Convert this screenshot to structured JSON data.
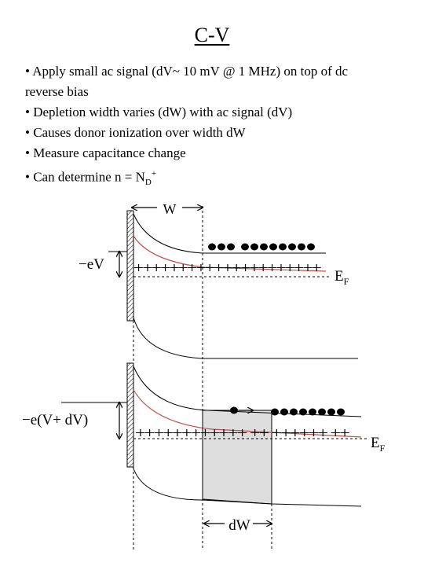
{
  "title": "C-V",
  "bullets": {
    "b1_line1": "• Apply small ac signal (dV~ 10 mV @ 1 MHz) on top of dc",
    "b1_line2": "reverse bias",
    "b2": "• Depletion width varies (dW) with ac signal (dV)",
    "b3": "• Causes donor ionization over width dW",
    "b4": "• Measure capacitance change",
    "b5_pre": "• Can determine n = N",
    "b5_sub": "D",
    "b5_sup": "+"
  },
  "diagram_top": {
    "width_label": "W",
    "voltage_label": "−eV",
    "fermi_label": "E",
    "fermi_sub": "F",
    "plus_signs": "+++++++++++++++++++++"
  },
  "diagram_bottom": {
    "voltage_label": "−e(V+ dV)",
    "fermi_label": "E",
    "fermi_sub": "F",
    "dw_label": "dW",
    "plus_signs": "++++++++++++ ++ ++++++ ++"
  },
  "colors": {
    "fermi_shifted_line": "#c0504d",
    "dw_shading": "#dedede"
  }
}
